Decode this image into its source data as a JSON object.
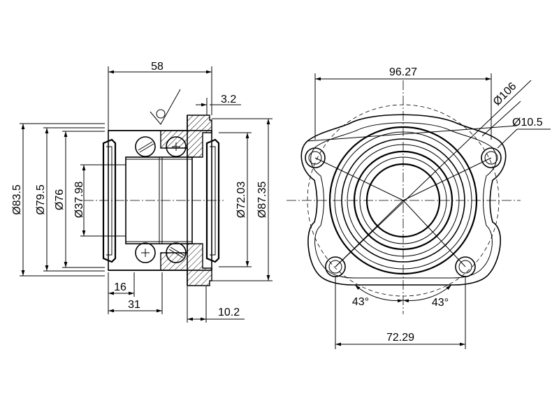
{
  "section_view": {
    "dims": {
      "width_total": "58",
      "flange_step": "3.2",
      "d_83_5": "Ø83.5",
      "d_79_5": "Ø79.5",
      "d_76": "Ø76",
      "d_37_98": "Ø37.98",
      "d_72_03": "Ø72.03",
      "d_87_35": "Ø87.35",
      "len_16": "16",
      "len_31": "31",
      "len_10_2": "10.2"
    }
  },
  "front_view": {
    "dims": {
      "width_96_27": "96.27",
      "d_106": "Ø106",
      "d_10_5": "Ø10.5",
      "angle_left": "43°",
      "angle_right": "43°",
      "width_72_29": "72.29"
    }
  }
}
